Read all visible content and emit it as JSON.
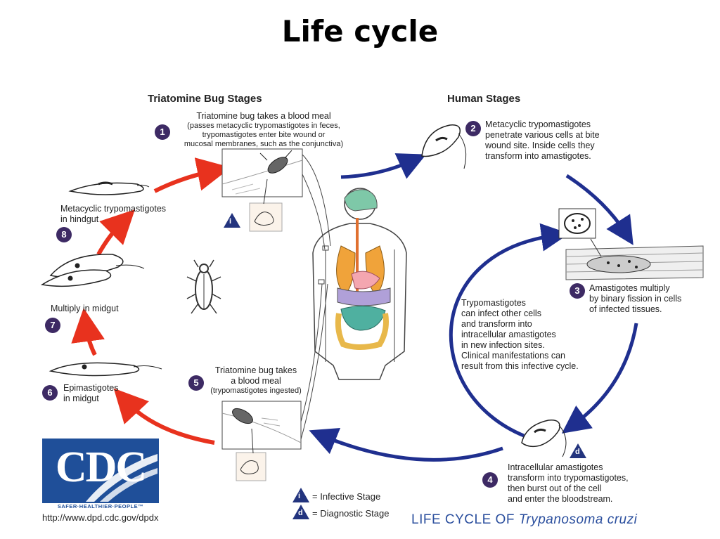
{
  "title": "Life cycle",
  "headings": {
    "bug": "Triatomine Bug Stages",
    "human": "Human Stages"
  },
  "steps": {
    "s1": {
      "number": "1",
      "line1": "Triatomine bug takes a blood meal",
      "line2": "(passes metacyclic trypomastigotes in feces,",
      "line3": "trypomastigotes enter bite wound or",
      "line4": "mucosal membranes, such as the conjunctiva)"
    },
    "s2": {
      "number": "2",
      "line1": "Metacyclic trypomastigotes",
      "line2": "penetrate various cells at bite",
      "line3": "wound site.  Inside cells they",
      "line4": "transform into amastigotes."
    },
    "s3": {
      "number": "3",
      "line1": "Amastigotes multiply",
      "line2": "by binary fission in cells",
      "line3": "of infected tissues."
    },
    "s4": {
      "number": "4",
      "line1": "Intracellular amastigotes",
      "line2": "transform into trypomastigotes,",
      "line3": "then burst out of the cell",
      "line4": "and enter the bloodstream."
    },
    "s5": {
      "number": "5",
      "line1": "Triatomine bug takes",
      "line2": "a blood meal",
      "line3": "(trypomastigotes ingested)"
    },
    "s6": {
      "number": "6",
      "line1": "Epimastigotes",
      "line2": "in midgut"
    },
    "s7": {
      "number": "7",
      "line1": "Multiply in midgut"
    },
    "s8": {
      "number": "8",
      "line1": "Metacyclic trypomastigotes",
      "line2": "in hindgut"
    }
  },
  "infective_cycle": {
    "line1": "Trypomastigotes",
    "line2": "can infect other cells",
    "line3": "and transform into",
    "line4": "intracellular amastigotes",
    "line5": "in new infection sites.",
    "line6": "Clinical manifestations can",
    "line7": "result from this infective cycle."
  },
  "markers": {
    "infective": "i",
    "diagnostic": "d"
  },
  "legend": {
    "infective": "= Infective Stage",
    "diagnostic": "= Diagnostic Stage"
  },
  "cdc": {
    "letters": "CDC",
    "tagline": "SAFER·HEALTHIER·PEOPLE™",
    "url": "http://www.dpd.cdc.gov/dpdx"
  },
  "footer": {
    "prefix": "LIFE CYCLE OF ",
    "species": "Trypanosoma cruzi"
  },
  "colors": {
    "bug_arrows": "#e8321e",
    "human_arrows": "#1f2f8f",
    "step_badge": "#3d2a64",
    "marker": "#23347e",
    "cdc_blue": "#1f4f99"
  }
}
